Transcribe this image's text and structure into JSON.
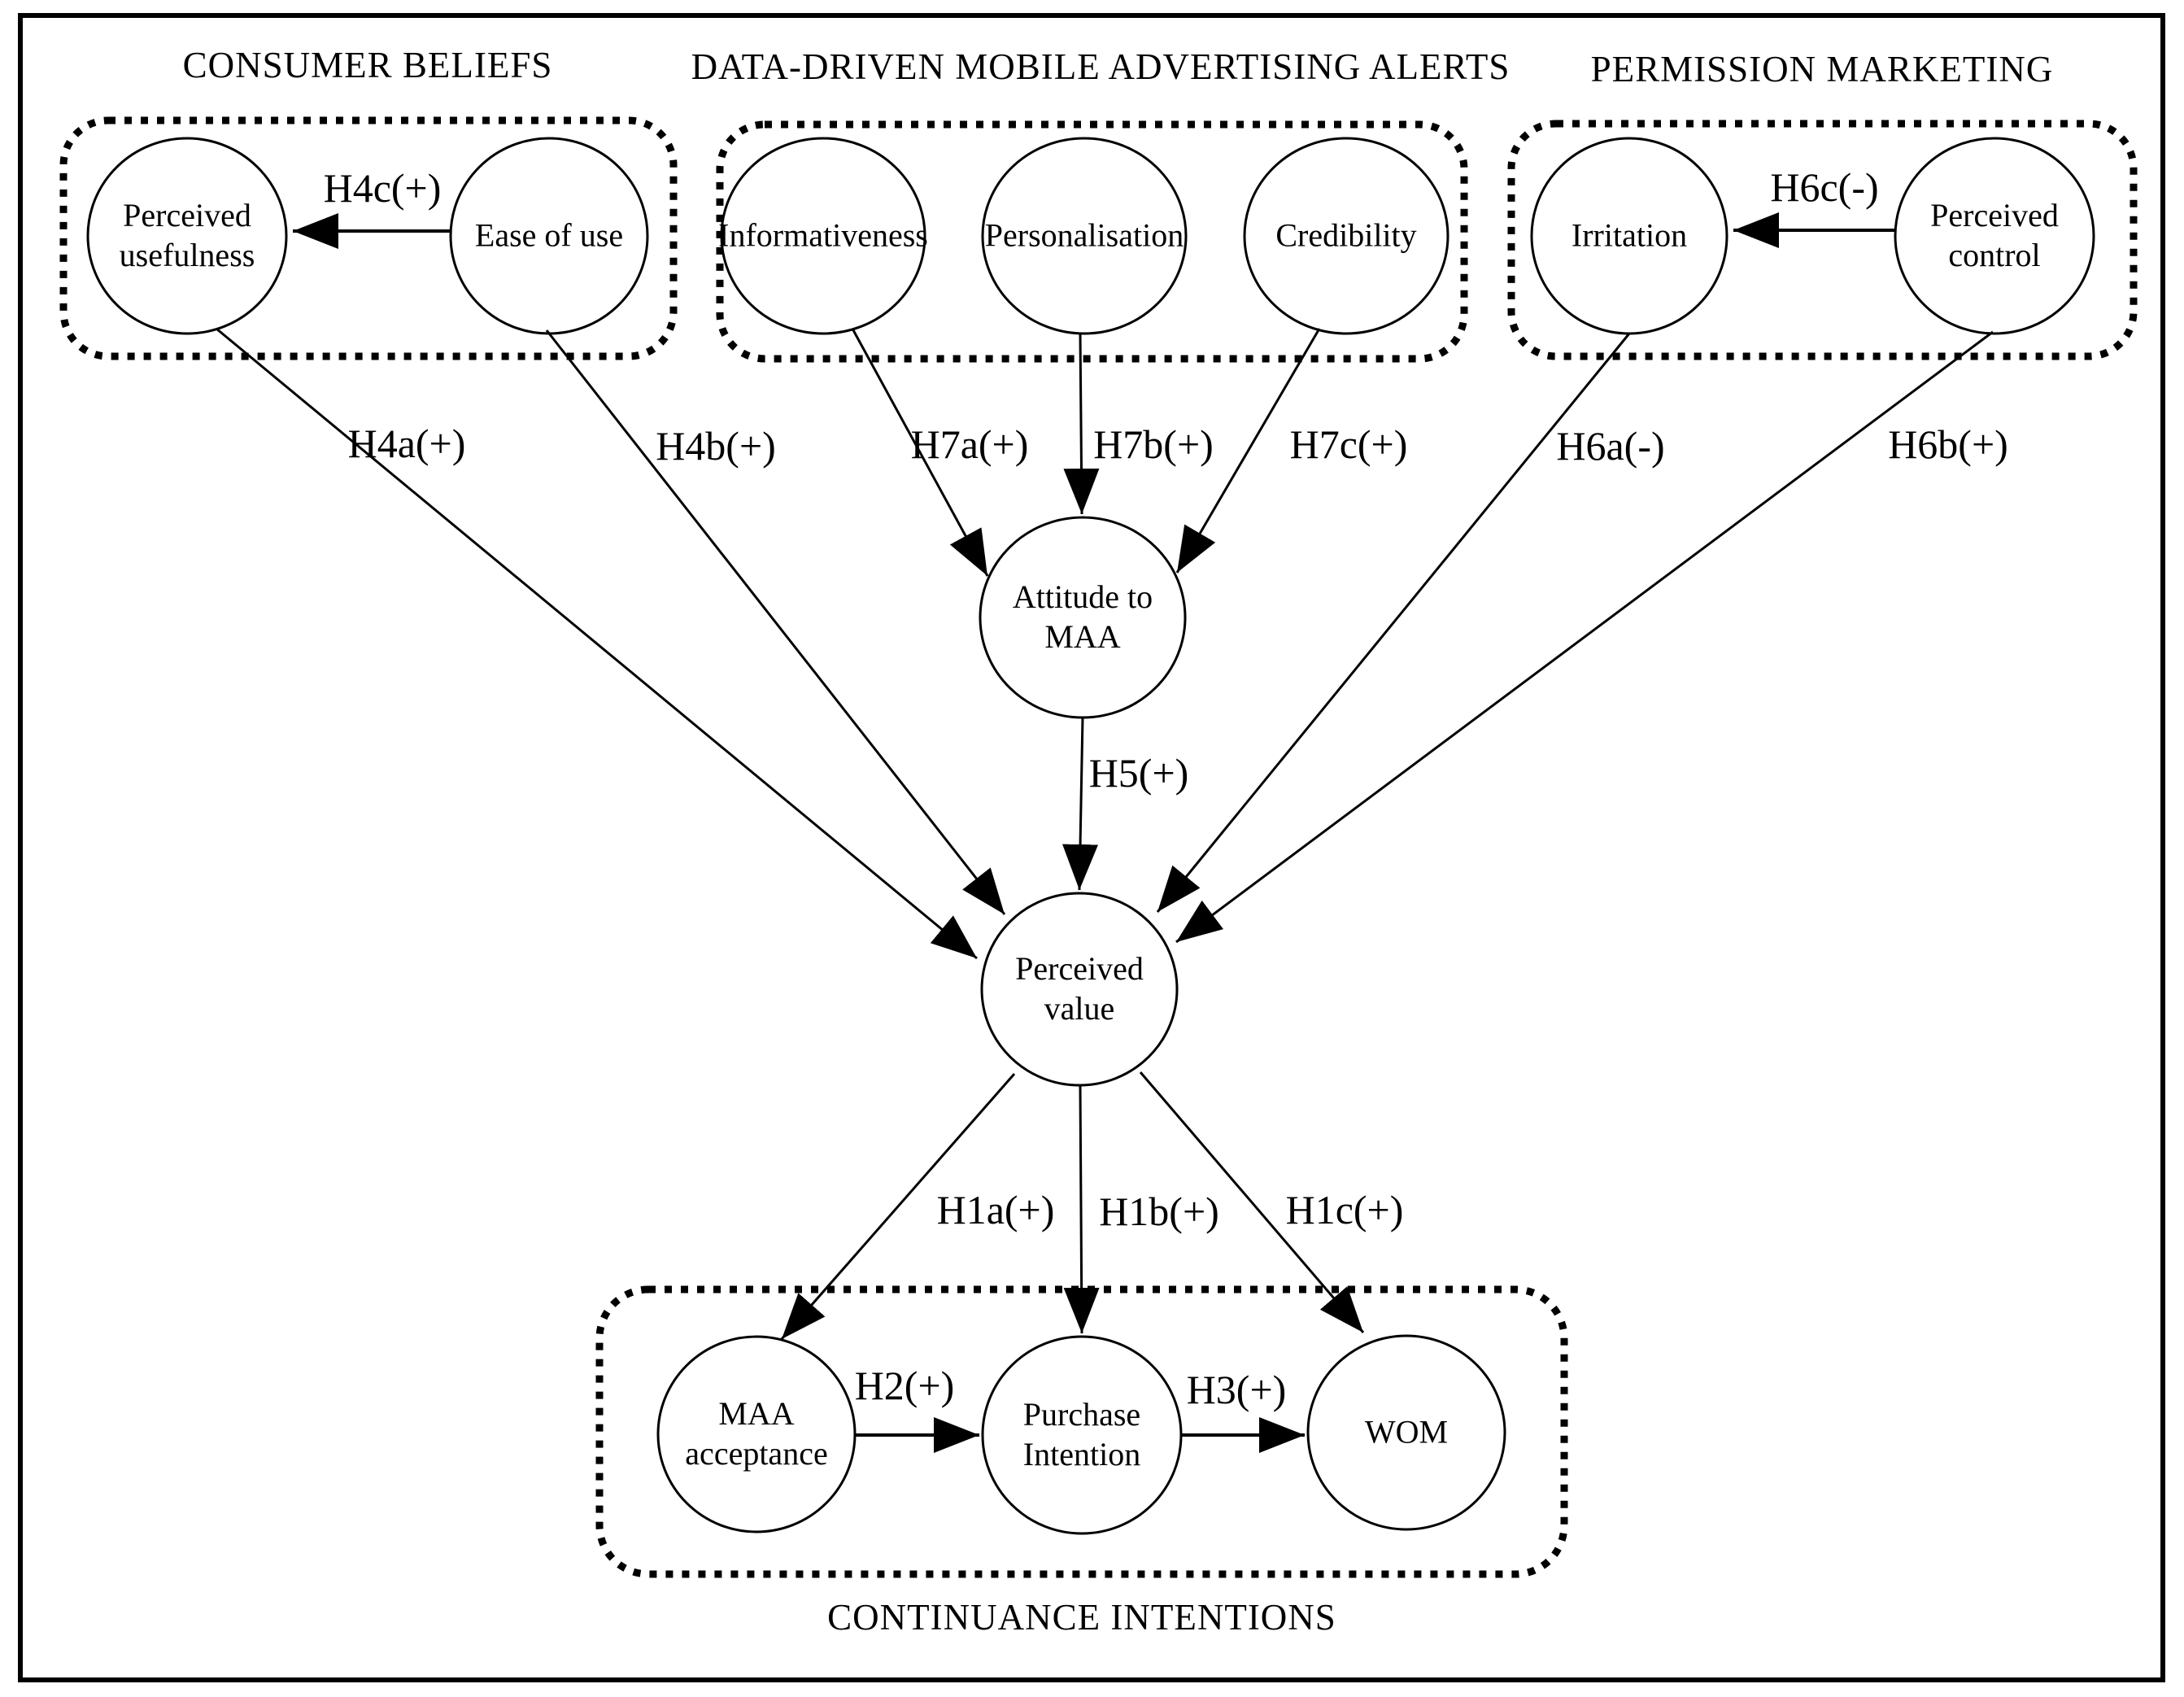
{
  "colors": {
    "ink": "#000000",
    "background": "#ffffff"
  },
  "groups": {
    "consumer_beliefs": {
      "title": "CONSUMER BELIEFS"
    },
    "data_driven_alerts": {
      "title": "DATA-DRIVEN MOBILE ADVERTISING ALERTS"
    },
    "permission_marketing": {
      "title": "PERMISSION MARKETING"
    },
    "continuance_intentions": {
      "title": "CONTINUANCE INTENTIONS"
    }
  },
  "nodes": {
    "perceived_usefulness": {
      "l1": "Perceived",
      "l2": "usefulness"
    },
    "ease_of_use": {
      "l1": "Ease of use"
    },
    "informativeness": {
      "l1": "Informativeness"
    },
    "personalisation": {
      "l1": "Personalisation"
    },
    "credibility": {
      "l1": "Credibility"
    },
    "irritation": {
      "l1": "Irritation"
    },
    "perceived_control": {
      "l1": "Perceived",
      "l2": "control"
    },
    "attitude_maa": {
      "l1": "Attitude to",
      "l2": "MAA"
    },
    "perceived_value": {
      "l1": "Perceived",
      "l2": "value"
    },
    "maa_acceptance": {
      "l1": "MAA",
      "l2": "acceptance"
    },
    "purchase_intention": {
      "l1": "Purchase",
      "l2": "Intention"
    },
    "wom": {
      "l1": "WOM"
    }
  },
  "edges": {
    "h4c": {
      "label": "H4c(+)",
      "from": "ease_of_use",
      "to": "perceived_usefulness"
    },
    "h6c": {
      "label": "H6c(-)",
      "from": "perceived_control",
      "to": "irritation"
    },
    "h4a": {
      "label": "H4a(+)",
      "from": "perceived_usefulness",
      "to": "perceived_value"
    },
    "h4b": {
      "label": "H4b(+)",
      "from": "ease_of_use",
      "to": "perceived_value"
    },
    "h7a": {
      "label": "H7a(+)",
      "from": "informativeness",
      "to": "attitude_maa"
    },
    "h7b": {
      "label": "H7b(+)",
      "from": "personalisation",
      "to": "attitude_maa"
    },
    "h7c": {
      "label": "H7c(+)",
      "from": "credibility",
      "to": "attitude_maa"
    },
    "h6a": {
      "label": "H6a(-)",
      "from": "irritation",
      "to": "perceived_value"
    },
    "h6b": {
      "label": "H6b(+)",
      "from": "perceived_control",
      "to": "perceived_value"
    },
    "h5": {
      "label": "H5(+)",
      "from": "attitude_maa",
      "to": "perceived_value"
    },
    "h1a": {
      "label": "H1a(+)",
      "from": "perceived_value",
      "to": "maa_acceptance"
    },
    "h1b": {
      "label": "H1b(+)",
      "from": "perceived_value",
      "to": "purchase_intention"
    },
    "h1c": {
      "label": "H1c(+)",
      "from": "perceived_value",
      "to": "wom"
    },
    "h2": {
      "label": "H2(+)",
      "from": "maa_acceptance",
      "to": "purchase_intention"
    },
    "h3": {
      "label": "H3(+)",
      "from": "purchase_intention",
      "to": "wom"
    }
  }
}
